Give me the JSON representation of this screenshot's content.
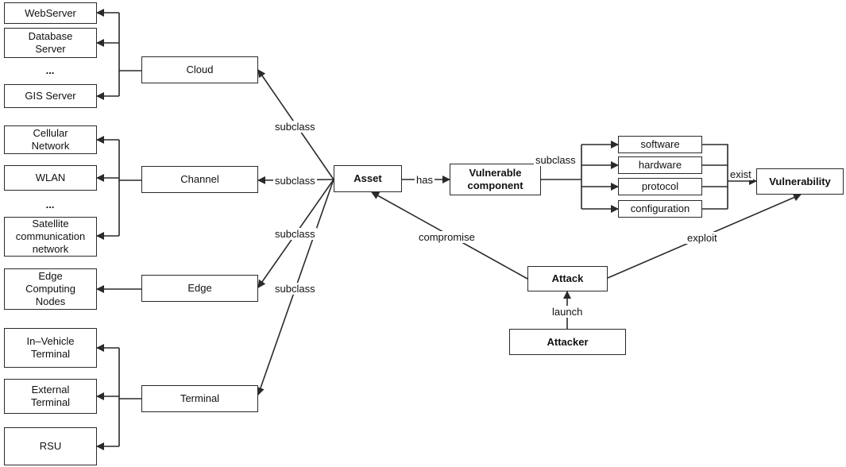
{
  "nodes": {
    "webserver": "WebServer",
    "database_server": "Database\nServer",
    "gis_server": "GIS Server",
    "cloud": "Cloud",
    "cellular": "Cellular\nNetwork",
    "wlan": "WLAN",
    "satellite": "Satellite\ncommunication\nnetwork",
    "channel": "Channel",
    "edge_nodes": "Edge\nComputing\nNodes",
    "edge": "Edge",
    "in_vehicle": "In–Vehicle\nTerminal",
    "external": "External\nTerminal",
    "rsu": "RSU",
    "terminal": "Terminal",
    "asset": "Asset",
    "vulnerable_component": "Vulnerable\ncomponent",
    "software": "software",
    "hardware": "hardware",
    "protocol": "protocol",
    "configuration": "configuration",
    "vulnerability": "Vulnerability",
    "attack": "Attack",
    "attacker": "Attacker"
  },
  "ellipsis": {
    "cloud_group": "...",
    "channel_group": "..."
  },
  "edge_labels": {
    "subclass_cloud": "subclass",
    "subclass_channel": "subclass",
    "subclass_edge": "subclass",
    "subclass_terminal": "subclass",
    "has": "has",
    "subclass_component": "subclass",
    "exist": "exist",
    "compromise": "compromise",
    "exploit": "exploit",
    "launch": "launch"
  },
  "colors": {
    "stroke": "#2a2a2a",
    "background": "#ffffff"
  }
}
